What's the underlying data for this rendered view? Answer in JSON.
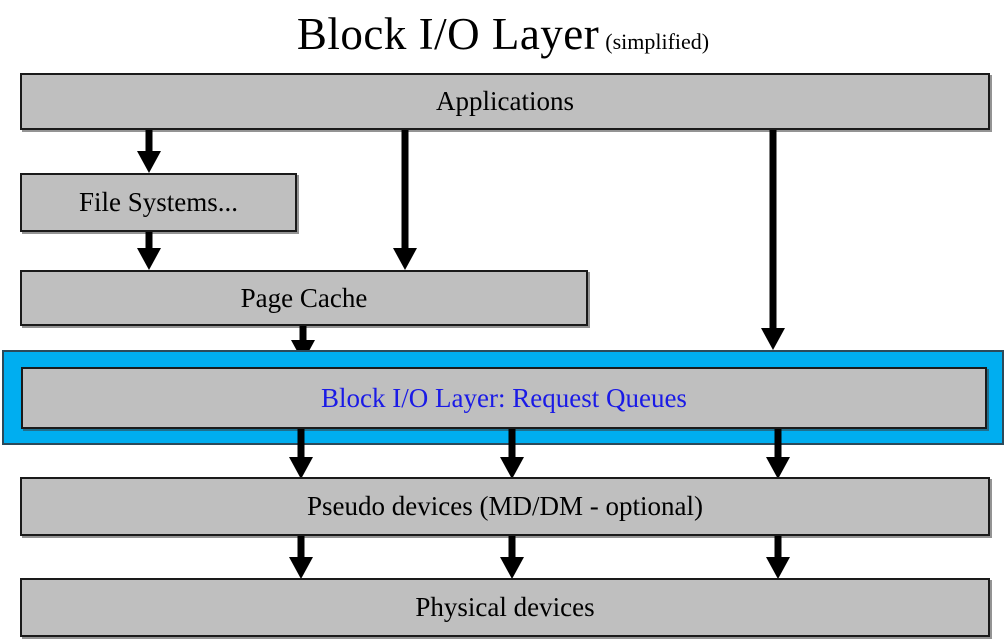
{
  "title": {
    "main": "Block I/O Layer",
    "sub": "(simplified)"
  },
  "colors": {
    "box_fill": "#BFBFBF",
    "box_border": "#1A1A1A",
    "highlight": "#00AEF0",
    "highlight_text": "#1A1AE6",
    "arrow": "#000000",
    "background": "#FFFFFF"
  },
  "nodes": [
    {
      "id": "applications",
      "label": "Applications",
      "highlighted": false
    },
    {
      "id": "file-systems",
      "label": "File Systems...",
      "highlighted": false
    },
    {
      "id": "page-cache",
      "label": "Page Cache",
      "highlighted": false
    },
    {
      "id": "block-io-layer",
      "label": "Block I/O Layer: Request Queues",
      "highlighted": true
    },
    {
      "id": "pseudo-devices",
      "label": "Pseudo devices (MD/DM - optional)",
      "highlighted": false
    },
    {
      "id": "physical-devices",
      "label": "Physical devices",
      "highlighted": false
    }
  ],
  "edges": [
    {
      "from": "applications",
      "to": "file-systems"
    },
    {
      "from": "applications",
      "to": "page-cache"
    },
    {
      "from": "applications",
      "to": "block-io-layer"
    },
    {
      "from": "file-systems",
      "to": "page-cache"
    },
    {
      "from": "page-cache",
      "to": "block-io-layer"
    },
    {
      "from": "block-io-layer",
      "to": "pseudo-devices"
    },
    {
      "from": "block-io-layer",
      "to": "pseudo-devices"
    },
    {
      "from": "block-io-layer",
      "to": "pseudo-devices"
    },
    {
      "from": "pseudo-devices",
      "to": "physical-devices"
    },
    {
      "from": "pseudo-devices",
      "to": "physical-devices"
    },
    {
      "from": "pseudo-devices",
      "to": "physical-devices"
    }
  ]
}
